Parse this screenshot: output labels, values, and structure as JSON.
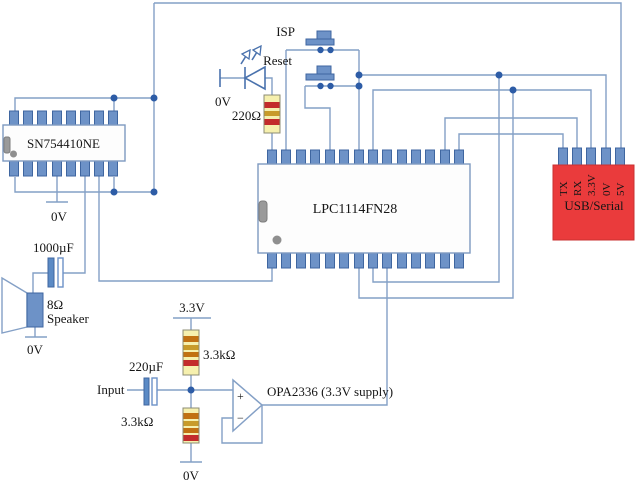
{
  "diagram": {
    "type": "circuit-schematic",
    "colors": {
      "wire": "#84a0c6",
      "pin": "#6d92c7",
      "pin_border": "#3f66a0",
      "junction": "#2d5ca6",
      "usb_module": "#ea3b3c",
      "resistor_body": "#f6f0ae",
      "band_red": "#c32c2c",
      "band_orange": "#c17112",
      "band_gold": "#c89b2a",
      "cap_plate": "#5b8ac5"
    },
    "chips": {
      "driver": {
        "label": "SN754410NE",
        "ground_label": "0V"
      },
      "mcu": {
        "label": "LPC1114FN28"
      },
      "usb": {
        "label": "USB/Serial",
        "pins": [
          "TX",
          "RX",
          "3.3V",
          "0V",
          "5V"
        ]
      }
    },
    "buttons": {
      "isp": "ISP",
      "reset": "Reset"
    },
    "led": {
      "ground_label": "0V",
      "resistor_label": "220Ω"
    },
    "speaker": {
      "cap_label": "1000µF",
      "impedance": "8Ω",
      "label": "Speaker",
      "ground_label": "0V"
    },
    "amp": {
      "supply_label": "3.3V",
      "r_top": "3.3kΩ",
      "r_bottom": "3.3kΩ",
      "cap_label": "220µF",
      "input_label": "Input",
      "opamp_label": "OPA2336 (3.3V supply)",
      "plus": "+",
      "minus": "−",
      "ground_label": "0V"
    }
  }
}
